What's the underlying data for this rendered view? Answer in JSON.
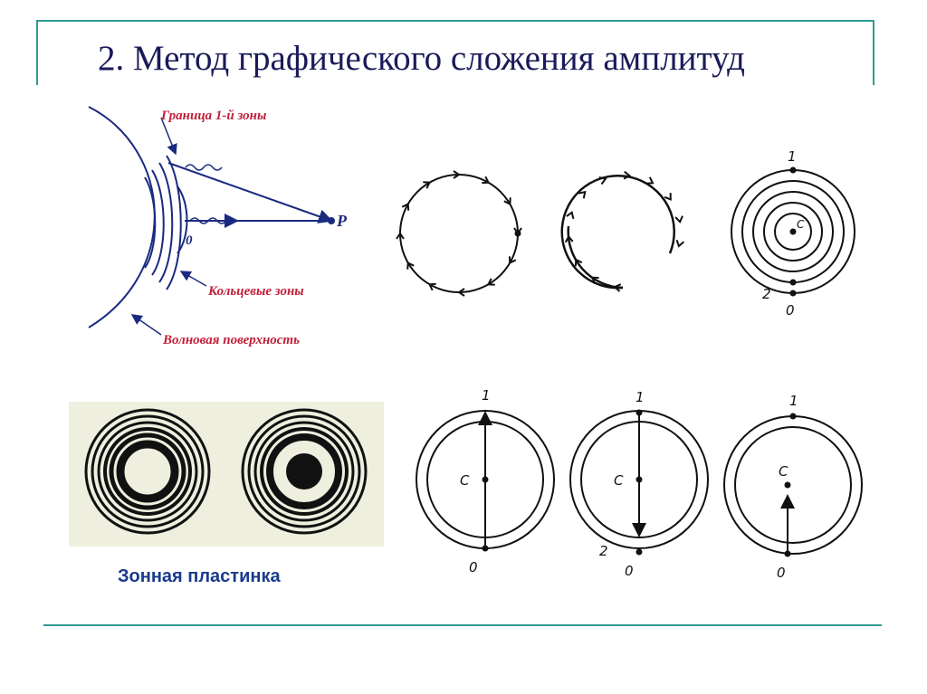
{
  "title": "2. Метод графического сложения амплитуд",
  "wave_diagram": {
    "label_boundary": "Граница 1-й зоны",
    "label_ring_zones": "Кольцевые зоны",
    "label_wave_surface": "Волновая поверхность",
    "label_point": "P",
    "label_zero": "0"
  },
  "spiral": {
    "label_1": "1",
    "label_2": "2",
    "label_0": "0",
    "label_c": "C"
  },
  "bottom_spirals": [
    {
      "label_top": "1",
      "label_center": "C",
      "label_bottom": "0"
    },
    {
      "label_top": "1",
      "label_center": "C",
      "label_mid": "2",
      "label_bottom": "0"
    },
    {
      "label_top": "1",
      "label_center": "C",
      "label_bottom": "0"
    }
  ],
  "zone_plate_caption": "Зонная пластинка",
  "colors": {
    "accent_line": "#2e9a92",
    "title": "#1a1a5a",
    "red_label": "#c0203a",
    "blue_label": "#1a2a80"
  }
}
